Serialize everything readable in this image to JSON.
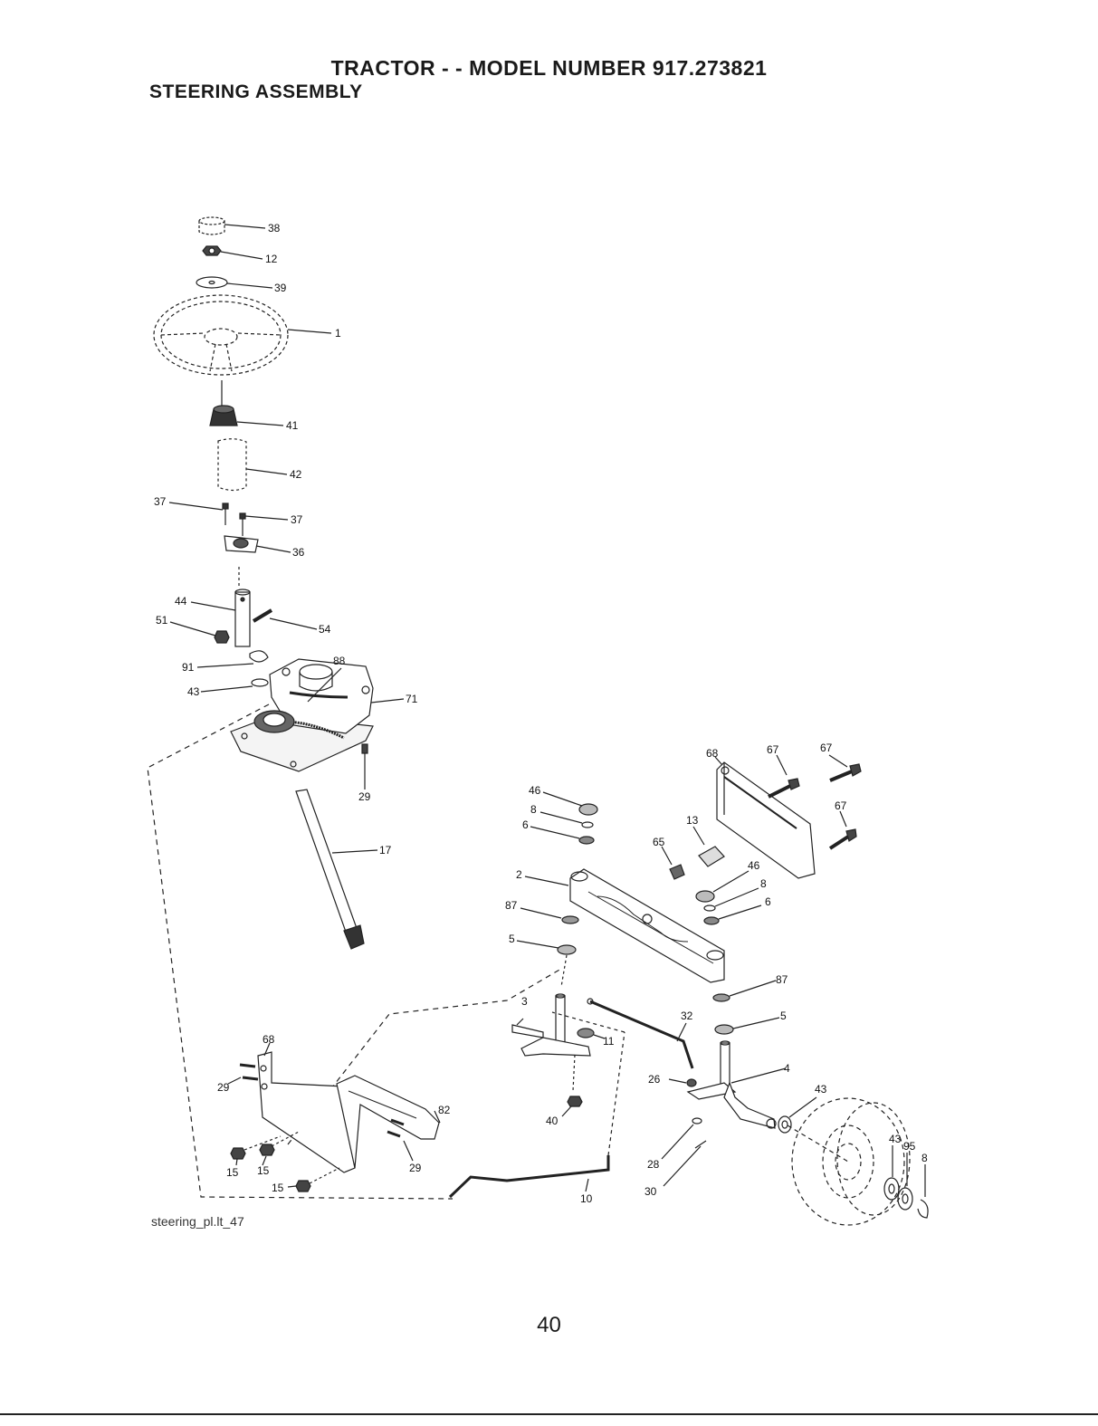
{
  "header": {
    "title": "TRACTOR - - MODEL NUMBER 917.273821",
    "subtitle": "STEERING ASSEMBLY"
  },
  "diagram": {
    "callouts": {
      "c38": "38",
      "c12": "12",
      "c39": "39",
      "c1": "1",
      "c41": "41",
      "c42": "42",
      "c37a": "37",
      "c37b": "37",
      "c36": "36",
      "c44": "44",
      "c51": "51",
      "c54": "54",
      "c91": "91",
      "c88": "88",
      "c43a": "43",
      "c71": "71",
      "c29a": "29",
      "c17": "17",
      "c46a": "46",
      "c8a": "8",
      "c6a": "6",
      "c2": "2",
      "c87a": "87",
      "c5a": "5",
      "c68a": "68",
      "c67a": "67",
      "c67b": "67",
      "c67c": "67",
      "c13": "13",
      "c65": "65",
      "c46b": "46",
      "c8b": "8",
      "c6b": "6",
      "c87b": "87",
      "c5b": "5",
      "c3": "3",
      "c32": "32",
      "c11": "11",
      "c4": "4",
      "c26": "26",
      "c43b": "43",
      "c68b": "68",
      "c29b": "29",
      "c82": "82",
      "c40": "40",
      "c28": "28",
      "c30": "30",
      "c10": "10",
      "c15a": "15",
      "c15b": "15",
      "c15c": "15",
      "c29c": "29",
      "c43c": "43",
      "c95": "95",
      "c8c": "8"
    },
    "caption": "steering_pl.lt_47"
  },
  "page_number": "40"
}
